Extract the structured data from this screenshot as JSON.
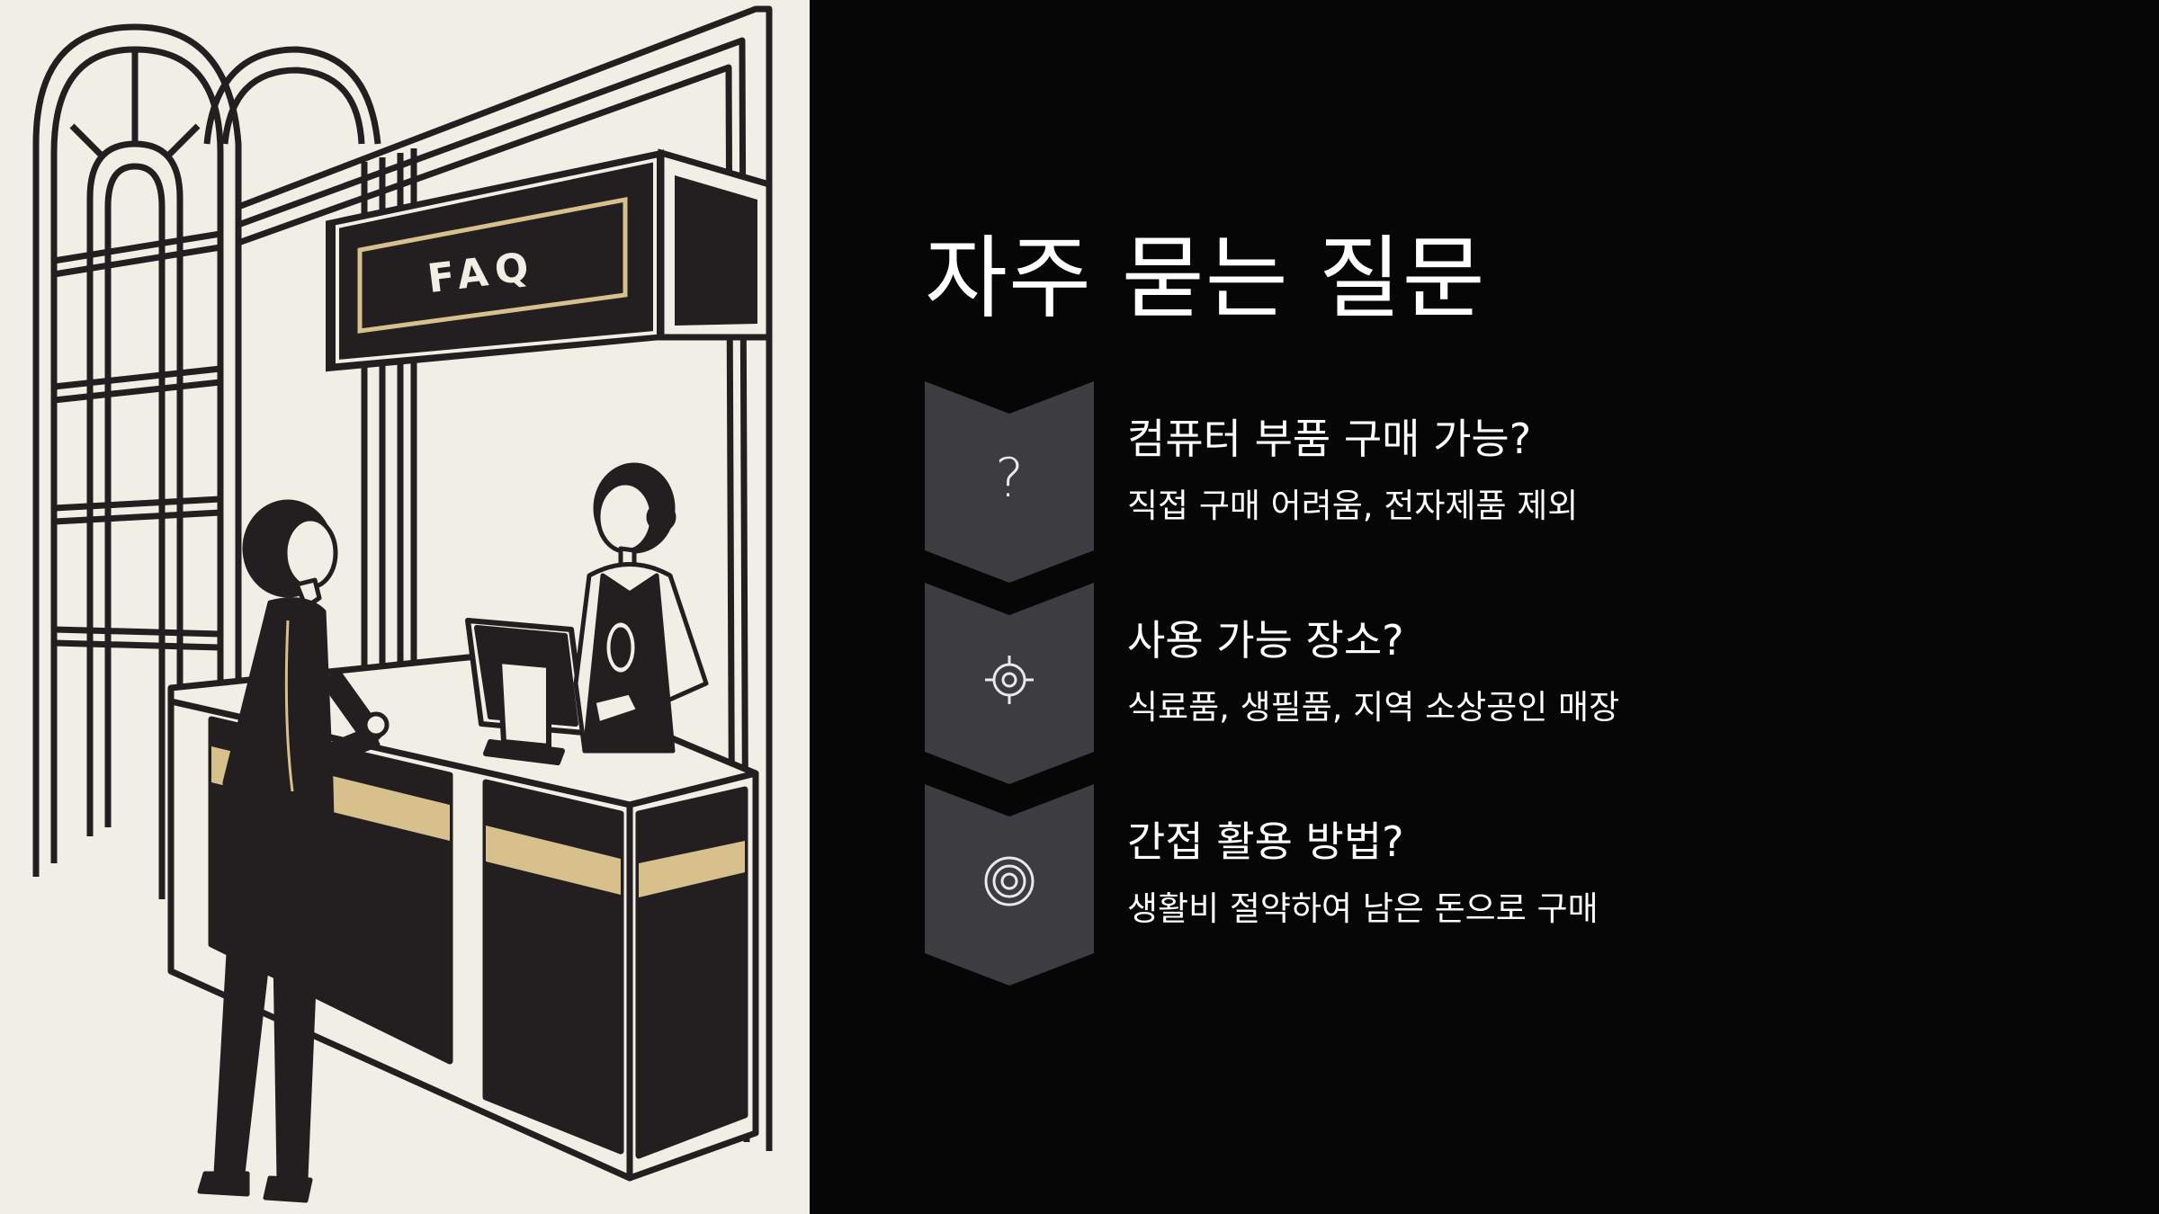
{
  "slide": {
    "title": "자주 묻는 질문",
    "illustration": {
      "sign_text": "FAQ",
      "icon": "faq-desk-illustration"
    }
  },
  "faq": [
    {
      "icon": "question-icon",
      "icon_glyph": "?",
      "question": "컴퓨터 부품 구매 가능?",
      "answer": "직접 구매 어려움, 전자제품 제외"
    },
    {
      "icon": "crosshair-icon",
      "question": "사용 가능 장소?",
      "answer": "식료품, 생필품, 지역 소상공인 매장"
    },
    {
      "icon": "target-icon",
      "question": "간접 활용 방법?",
      "answer": "생활비 절약하여 남은 돈으로 구매"
    }
  ],
  "colors": {
    "background": "#060606",
    "illustration_bg": "#f1eee6",
    "ink": "#231f20",
    "gold": "#d8c08c",
    "badge_fill": "#3d3c41",
    "text": "#ffffff"
  }
}
